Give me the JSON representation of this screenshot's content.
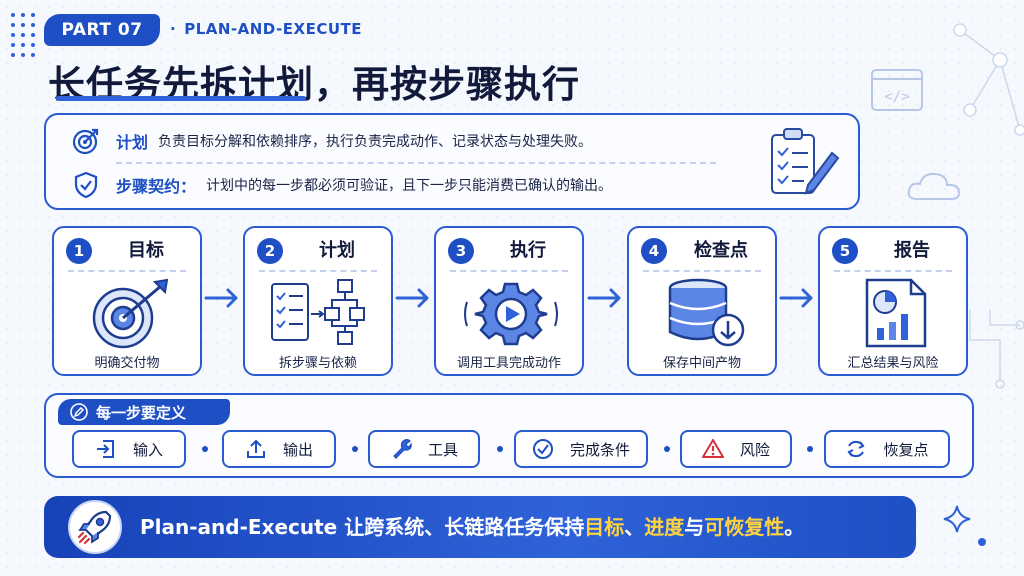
{
  "header": {
    "part": "PART 07",
    "subtitle": "PLAN-AND-EXECUTE",
    "title": "长任务先拆计划，再按步骤执行"
  },
  "intro": {
    "rows": [
      {
        "key": "计划",
        "text": "负责目标分解和依赖排序，执行负责完成动作、记录状态与处理失败。",
        "icon": "target-icon"
      },
      {
        "key": "步骤契约：",
        "text": "计划中的每一步都必须可验证，且下一步只能消费已确认的输出。",
        "icon": "shield-check-icon"
      }
    ]
  },
  "steps": [
    {
      "num": "1",
      "title": "目标",
      "desc": "明确交付物",
      "icon": "target-arrow-icon"
    },
    {
      "num": "2",
      "title": "计划",
      "desc": "拆步骤与依赖",
      "icon": "checklist-flow-icon"
    },
    {
      "num": "3",
      "title": "执行",
      "desc": "调用工具完成动作",
      "icon": "gear-play-icon"
    },
    {
      "num": "4",
      "title": "检查点",
      "desc": "保存中间产物",
      "icon": "database-icon"
    },
    {
      "num": "5",
      "title": "报告",
      "desc": "汇总结果与风险",
      "icon": "report-chart-icon"
    }
  ],
  "define": {
    "title": "每一步要定义",
    "items": [
      {
        "label": "输入",
        "icon": "input-icon"
      },
      {
        "label": "输出",
        "icon": "upload-icon"
      },
      {
        "label": "工具",
        "icon": "wrench-icon"
      },
      {
        "label": "完成条件",
        "icon": "check-circle-icon"
      },
      {
        "label": "风险",
        "icon": "warning-icon"
      },
      {
        "label": "恢复点",
        "icon": "restore-icon"
      }
    ]
  },
  "banner": {
    "prefix": "Plan-and-Execute 让跨系统、长链路任务保持",
    "hl1": "目标",
    "sep1": "、",
    "hl2": "进度",
    "sep2": "与",
    "hl3": "可恢复性",
    "suffix": "。"
  },
  "colors": {
    "primary": "#1e4fc4",
    "accent": "#ffd23f",
    "text": "#111a3a"
  }
}
